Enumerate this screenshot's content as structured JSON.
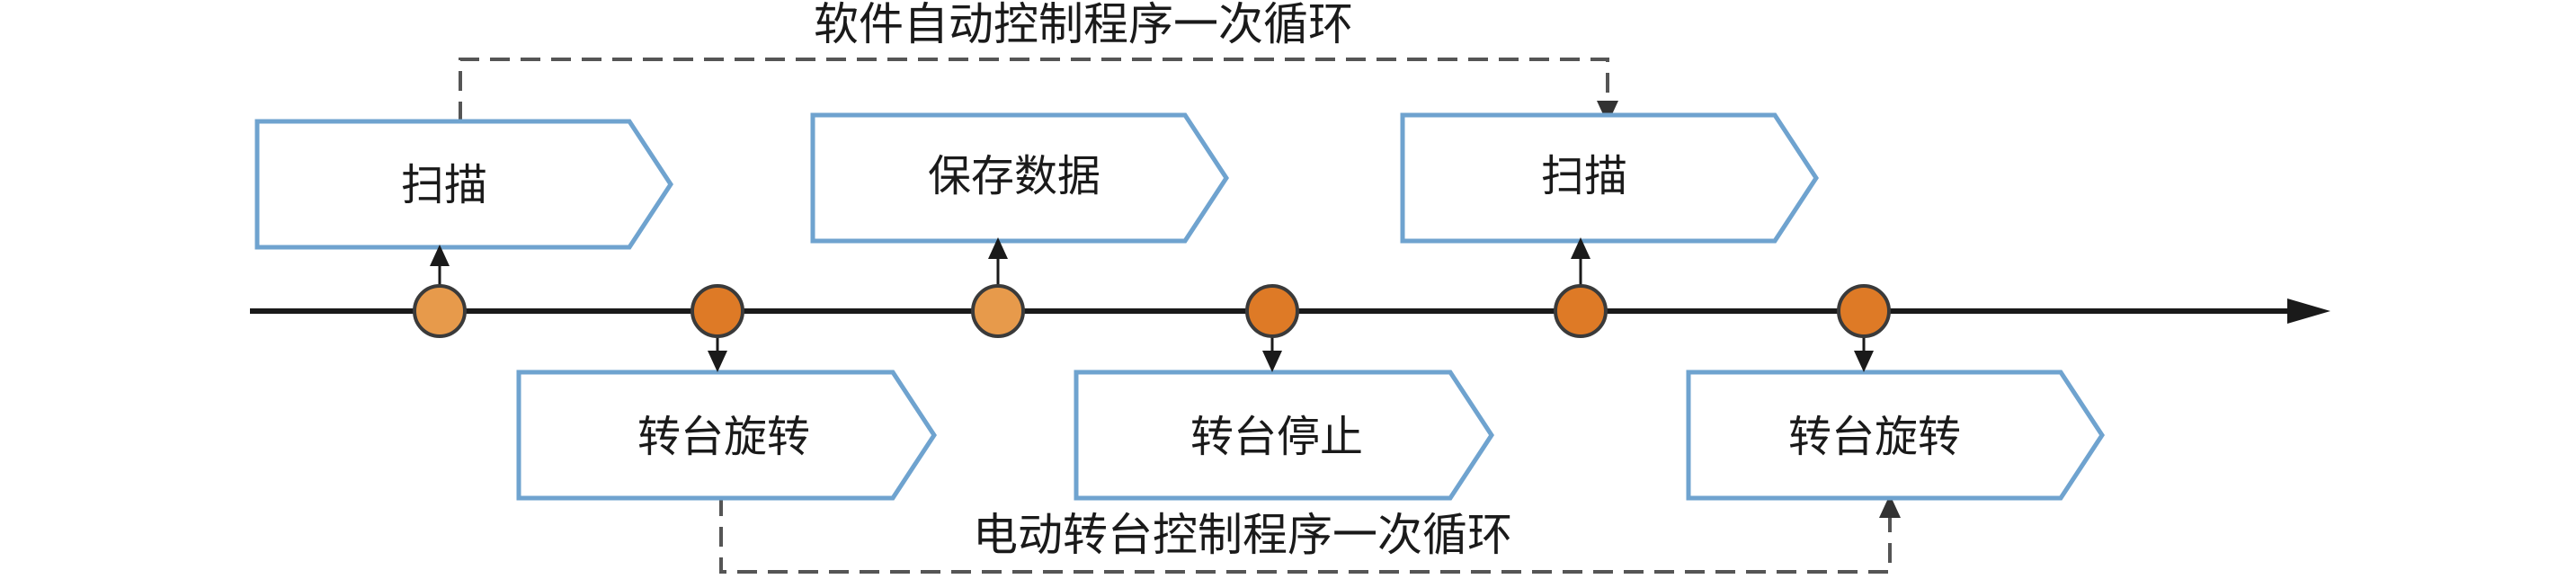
{
  "loops": {
    "software": "软件自动控制程序一次循环",
    "turntable": "电动转台控制程序一次循环"
  },
  "steps": {
    "scan_1": "扫描",
    "save_data": "保存数据",
    "scan_2": "扫描",
    "rotate_1": "转台旋转",
    "stop": "转台停止",
    "rotate_2": "转台旋转"
  },
  "colors": {
    "box_border": "#6fa3cf",
    "marker_light": "#e79a4b",
    "marker_dark": "#de7a26",
    "line": "#1a1a1a",
    "dashed": "#555555"
  }
}
